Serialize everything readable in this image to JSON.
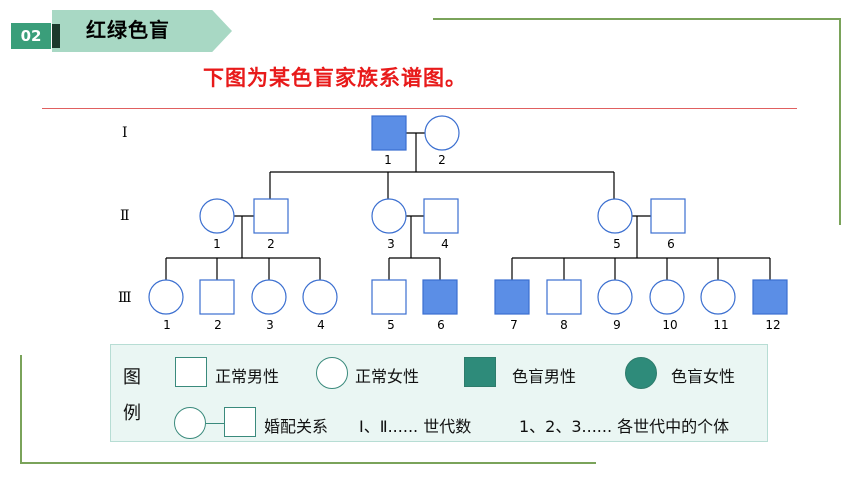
{
  "header": {
    "section_number": "02",
    "section_title": "红绿色盲"
  },
  "subtitle": "下图为某色盲家族系谱图。",
  "colors": {
    "affected_pedigree": "#5b8ee6",
    "affected_legend": "#2e8b7a",
    "ribbon": "#a8d8c4",
    "badge": "#3a9e7a",
    "accent_red": "#e81a1a",
    "frame_green": "#7aa35a"
  },
  "generations": [
    "Ⅰ",
    "Ⅱ",
    "Ⅲ"
  ],
  "individuals": {
    "I": [
      {
        "num": "1",
        "sex": "male",
        "affected": true
      },
      {
        "num": "2",
        "sex": "female",
        "affected": false
      }
    ],
    "II": [
      {
        "num": "1",
        "sex": "female",
        "affected": false
      },
      {
        "num": "2",
        "sex": "male",
        "affected": false
      },
      {
        "num": "3",
        "sex": "female",
        "affected": false
      },
      {
        "num": "4",
        "sex": "male",
        "affected": false
      },
      {
        "num": "5",
        "sex": "female",
        "affected": false
      },
      {
        "num": "6",
        "sex": "male",
        "affected": false
      }
    ],
    "III": [
      {
        "num": "1",
        "sex": "female",
        "affected": false
      },
      {
        "num": "2",
        "sex": "male",
        "affected": false
      },
      {
        "num": "3",
        "sex": "female",
        "affected": false
      },
      {
        "num": "4",
        "sex": "female",
        "affected": false
      },
      {
        "num": "5",
        "sex": "male",
        "affected": false
      },
      {
        "num": "6",
        "sex": "male",
        "affected": true
      },
      {
        "num": "7",
        "sex": "male",
        "affected": true
      },
      {
        "num": "8",
        "sex": "male",
        "affected": false
      },
      {
        "num": "9",
        "sex": "female",
        "affected": false
      },
      {
        "num": "10",
        "sex": "female",
        "affected": false
      },
      {
        "num": "11",
        "sex": "female",
        "affected": false
      },
      {
        "num": "12",
        "sex": "male",
        "affected": true
      }
    ]
  },
  "legend": {
    "heading_1": "图",
    "heading_2": "例",
    "normal_male": "正常男性",
    "normal_female": "正常女性",
    "affected_male": "色盲男性",
    "affected_female": "色盲女性",
    "marriage": "婚配关系",
    "generation_numbers": "Ⅰ、Ⅱ...... 世代数",
    "individual_numbers": "1、2、3......  各世代中的个体"
  }
}
